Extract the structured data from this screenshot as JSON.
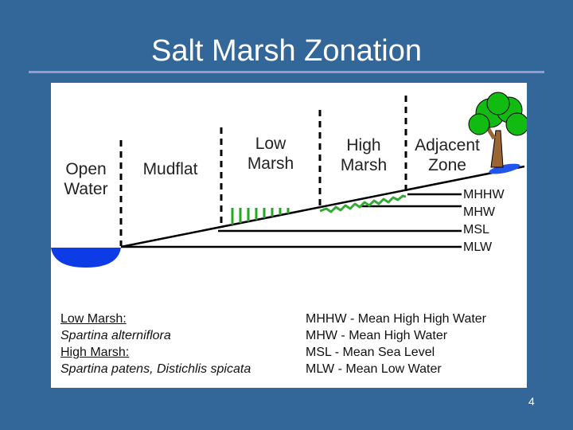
{
  "slide": {
    "title": "Salt Marsh Zonation",
    "page_number": "4"
  },
  "zones": {
    "open_water": [
      "Open",
      "Water"
    ],
    "mudflat": "Mudflat",
    "low_marsh": [
      "Low",
      "Marsh"
    ],
    "high_marsh": [
      "High",
      "Marsh"
    ],
    "adjacent_zone": [
      "Adjacent",
      "Zone"
    ]
  },
  "tide_levels": [
    "MHHW",
    "MHW",
    "MSL",
    "MLW"
  ],
  "species_legend": [
    {
      "label": "Low Marsh:",
      "style": "underline"
    },
    {
      "label": "Spartina alterniflora",
      "style": "italic"
    },
    {
      "label": "High Marsh:",
      "style": "underline"
    },
    {
      "label": "Spartina patens, Distichlis spicata",
      "style": "italic"
    }
  ],
  "tide_legend": [
    "MHHW - Mean High High Water",
    "MHW - Mean High Water",
    "MSL - Mean Sea Level",
    "MLW - Mean Low Water"
  ],
  "colors": {
    "background": "#336699",
    "water": "#0d3ce6",
    "low_marsh_grass": "#22aa22",
    "high_marsh_grass": "#33aa33",
    "tree_foliage": "#11bb11",
    "tree_trunk": "#996633",
    "lines": "#000000"
  },
  "icons": [
    "tree-icon",
    "water-pool-icon",
    "grass-icon"
  ]
}
